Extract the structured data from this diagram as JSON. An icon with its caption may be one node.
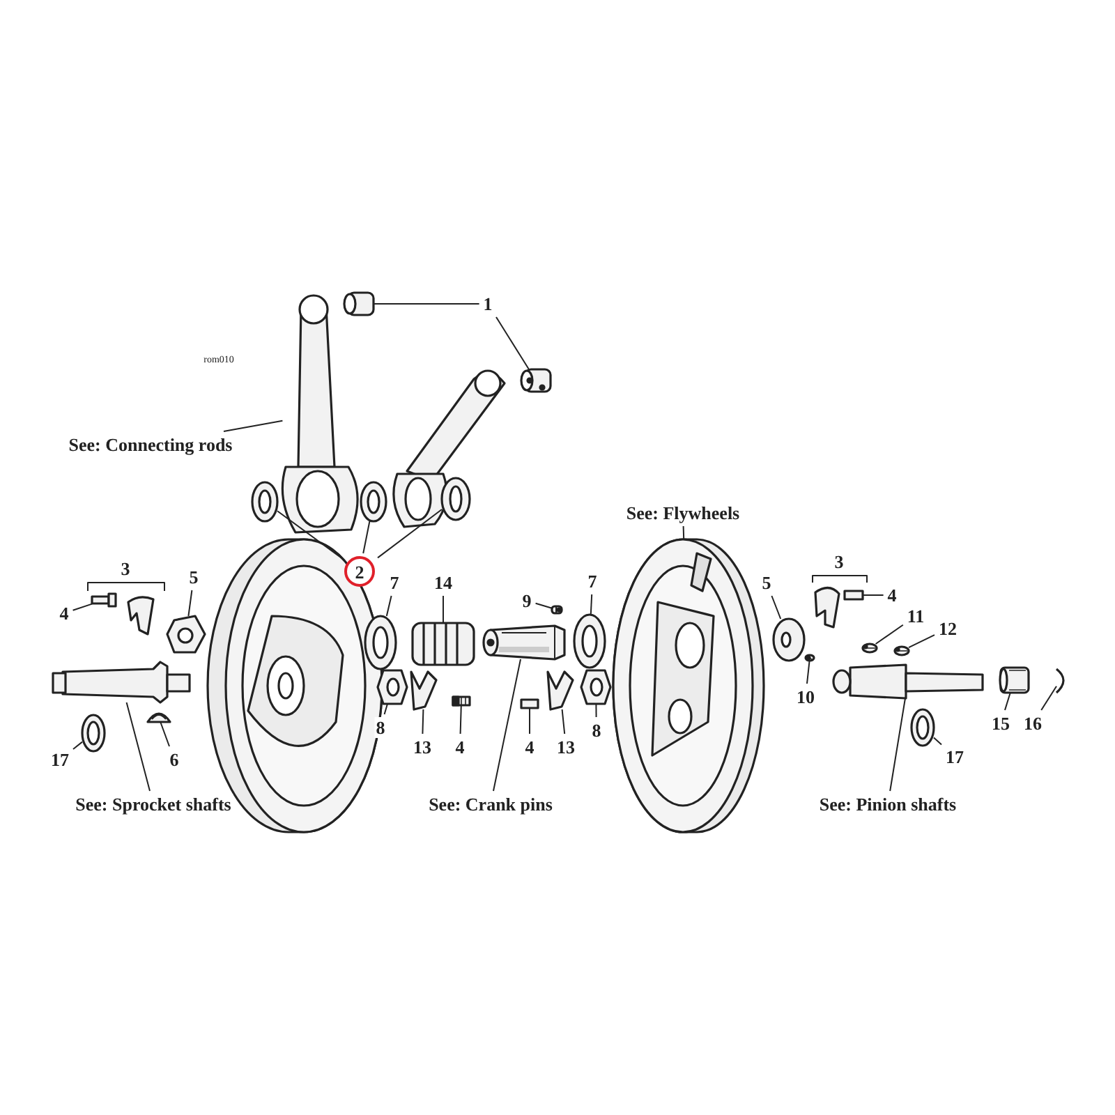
{
  "diagram": {
    "nodes": [
      {
        "text": [
          "1"
        ]
      },
      {
        "text": [
          "See: Connecting rods"
        ]
      },
      {
        "text": [
          "2"
        ]
      },
      {
        "text": [
          "See: Flywheels"
        ]
      },
      {
        "text": [
          "4"
        ]
      },
      {
        "text": [
          "5"
        ]
      },
      {
        "text": [
          "7"
        ]
      },
      {
        "text": [
          "14"
        ]
      },
      {
        "text": [
          "9"
        ]
      },
      {
        "text": [
          "7"
        ]
      },
      {
        "text": [
          "5"
        ]
      },
      {
        "text": [
          "4"
        ]
      },
      {
        "text": [
          "11"
        ]
      },
      {
        "text": [
          "12"
        ]
      },
      {
        "text": [
          "10"
        ]
      },
      {
        "text": [
          "8"
        ]
      },
      {
        "text": [
          "8"
        ]
      },
      {
        "text": [
          "15"
        ]
      },
      {
        "text": [
          "16"
        ]
      },
      {
        "text": [
          "13"
        ]
      },
      {
        "text": [
          "4"
        ]
      },
      {
        "text": [
          "4"
        ]
      },
      {
        "text": [
          "13"
        ]
      },
      {
        "text": [
          "17"
        ]
      },
      {
        "text": [
          "6"
        ]
      },
      {
        "text": [
          "17"
        ]
      },
      {
        "text": [
          "See: Sprocket shafts"
        ]
      },
      {
        "text": [
          "See: Crank pins"
        ]
      },
      {
        "text": [
          "See: Pinion shafts"
        ]
      },
      {
        "text": [],
        "shape": "picture"
      },
      {
        "text": [],
        "shape": "picture"
      },
      {
        "text": [],
        "shape": "picture"
      },
      {
        "text": [],
        "shape": "picture"
      },
      {
        "text": [],
        "shape": "picture"
      },
      {
        "text": [],
        "shape": "picture"
      },
      {
        "text": [],
        "shape": "picture"
      },
      {
        "text": [],
        "shape": "picture"
      },
      {
        "text": [],
        "shape": "picture"
      },
      {
        "text": [],
        "shape": "picture"
      },
      {
        "text": [],
        "shape": "picture"
      },
      {
        "text": [],
        "shape": "picture"
      },
      {
        "text": [],
        "shape": "picture"
      },
      {
        "text": [],
        "shape": "picture"
      },
      {
        "text": [],
        "shape": "picture"
      },
      {
        "text": [],
        "shape": "picture"
      },
      {
        "text": [],
        "shape": "picture"
      },
      {
        "text": [],
        "shape": "picture"
      },
      {
        "text": [],
        "shape": "picture"
      },
      {
        "text": [],
        "shape": "picture"
      },
      {
        "text": [],
        "shape": "picture"
      },
      {
        "text": [],
        "shape": "picture"
      },
      {
        "text": [],
        "shape": "picture"
      },
      {
        "text": [],
        "shape": "picture"
      },
      {
        "text": [],
        "shape": "picture"
      },
      {
        "text": [],
        "shape": "picture"
      },
      {
        "text": [],
        "shape": "picture"
      },
      {
        "text": [],
        "shape": "picture"
      },
      {
        "text": [],
        "shape": "picture"
      },
      {
        "text": [],
        "shape": "picture"
      },
      {
        "text": [],
        "shape": "picture"
      },
      {
        "text": [],
        "shape": "picture"
      }
    ],
    "edges": [
      {
        "from": 0,
        "to": 29,
        "arrow": "none"
      },
      {
        "from": 0,
        "to": 30,
        "arrow": "none"
      },
      {
        "from": 1,
        "to": 31,
        "arrow": "none"
      },
      {
        "from": 2,
        "to": 32,
        "arrow": "none"
      },
      {
        "from": 2,
        "to": 33,
        "arrow": "none"
      },
      {
        "from": 2,
        "to": 34,
        "arrow": "none"
      },
      {
        "from": 3,
        "to": 35,
        "arrow": "none"
      },
      {
        "from": 4,
        "to": 36,
        "arrow": "none"
      },
      {
        "from": 5,
        "to": 37,
        "arrow": "none"
      },
      {
        "from": 6,
        "to": 41,
        "arrow": "none"
      },
      {
        "from": 7,
        "to": 42,
        "arrow": "none"
      },
      {
        "from": 8,
        "to": 44,
        "arrow": "none"
      },
      {
        "from": 9,
        "to": 45,
        "arrow": "none"
      },
      {
        "from": 10,
        "to": 52,
        "arrow": "none"
      },
      {
        "from": 11,
        "to": 53,
        "arrow": "none"
      },
      {
        "from": 12,
        "to": 54,
        "arrow": "none"
      },
      {
        "from": 13,
        "to": 55,
        "arrow": "none"
      },
      {
        "from": 14,
        "to": 56,
        "arrow": "none"
      },
      {
        "from": 15,
        "to": 46,
        "arrow": "none"
      },
      {
        "from": 16,
        "to": 51,
        "arrow": "none"
      },
      {
        "from": 17,
        "to": 58,
        "arrow": "none"
      },
      {
        "from": 18,
        "to": 59,
        "arrow": "none"
      },
      {
        "from": 19,
        "to": 47,
        "arrow": "none"
      },
      {
        "from": 20,
        "to": 48,
        "arrow": "none"
      },
      {
        "from": 21,
        "to": 49,
        "arrow": "none"
      },
      {
        "from": 22,
        "to": 50,
        "arrow": "none"
      },
      {
        "from": 23,
        "to": 39,
        "arrow": "none"
      },
      {
        "from": 24,
        "to": 40,
        "arrow": "none"
      },
      {
        "from": 25,
        "to": 60,
        "arrow": "none"
      },
      {
        "from": 26,
        "to": 38,
        "arrow": "none"
      },
      {
        "from": 27,
        "to": 43,
        "arrow": "none"
      },
      {
        "from": 28,
        "to": 57,
        "arrow": "none"
      }
    ],
    "labels": [
      "rom010",
      "3",
      "3"
    ]
  }
}
